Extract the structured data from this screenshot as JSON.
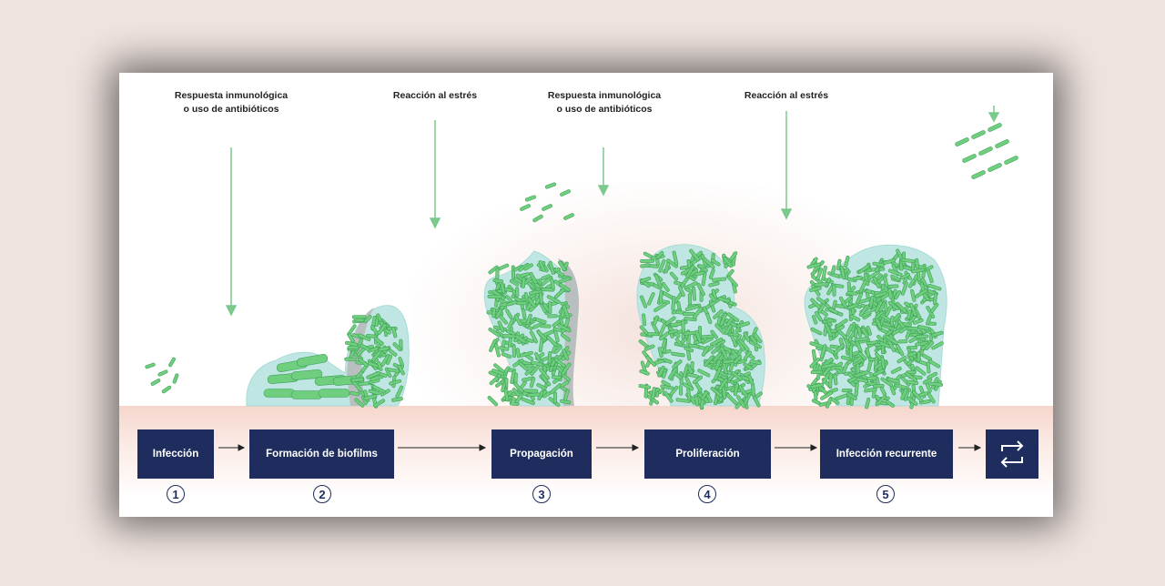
{
  "labels": {
    "top1": [
      "Respuesta inmunológica",
      "o uso de antibióticos"
    ],
    "top2": "Reacción al estrés",
    "top3": [
      "Respuesta inmunológica",
      "o uso de antibióticos"
    ],
    "top4": "Reacción al estrés"
  },
  "stages": [
    {
      "label": "Infección",
      "number": "1"
    },
    {
      "label": "Formación de biofilms",
      "number": "2"
    },
    {
      "label": "Propagación",
      "number": "3"
    },
    {
      "label": "Proliferación",
      "number": "4"
    },
    {
      "label": "Infección recurrente",
      "number": "5"
    }
  ],
  "repeat_icon": "repeat-arrows-icon",
  "colors": {
    "box": "#1e2d5e",
    "bacteria": "#6fcf7f",
    "arrow": "#7bc98c",
    "biofilm": "#bfe6e2"
  }
}
